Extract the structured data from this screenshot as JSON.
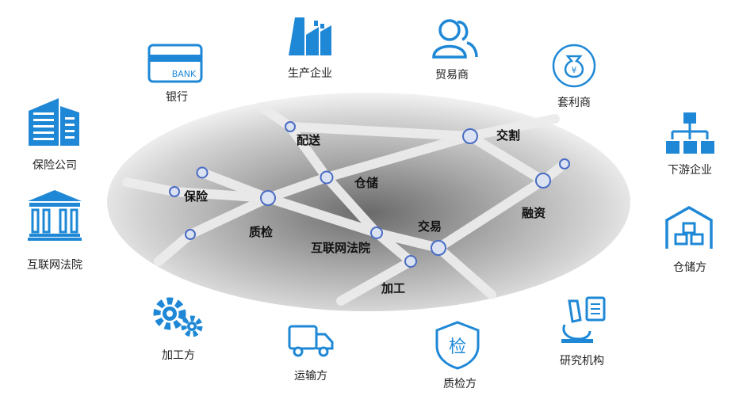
{
  "participants": {
    "bank": "银行",
    "producer": "生产企业",
    "trader": "贸易商",
    "arbitrage": "套利商",
    "insurer": "保险公司",
    "court": "互联网法院",
    "downstream": "下游企业",
    "warehouse_owner": "仓储方",
    "processor": "加工方",
    "transporter": "运输方",
    "inspector": "质检方",
    "research": "研究机构"
  },
  "network_nodes": {
    "delivery": "配送",
    "settlement": "交割",
    "storage": "仓储",
    "insurance": "保险",
    "financing": "融资",
    "inspection": "质检",
    "trade": "交易",
    "internet_court": "互联网法院",
    "processing": "加工"
  },
  "icon_text": {
    "bank_card": "BANK",
    "inspect_badge": "检",
    "money_bag": "¥"
  },
  "colors": {
    "accent": "#1e88d6",
    "node_fill": "#dbe3f2",
    "node_stroke": "#4a6cc4"
  }
}
